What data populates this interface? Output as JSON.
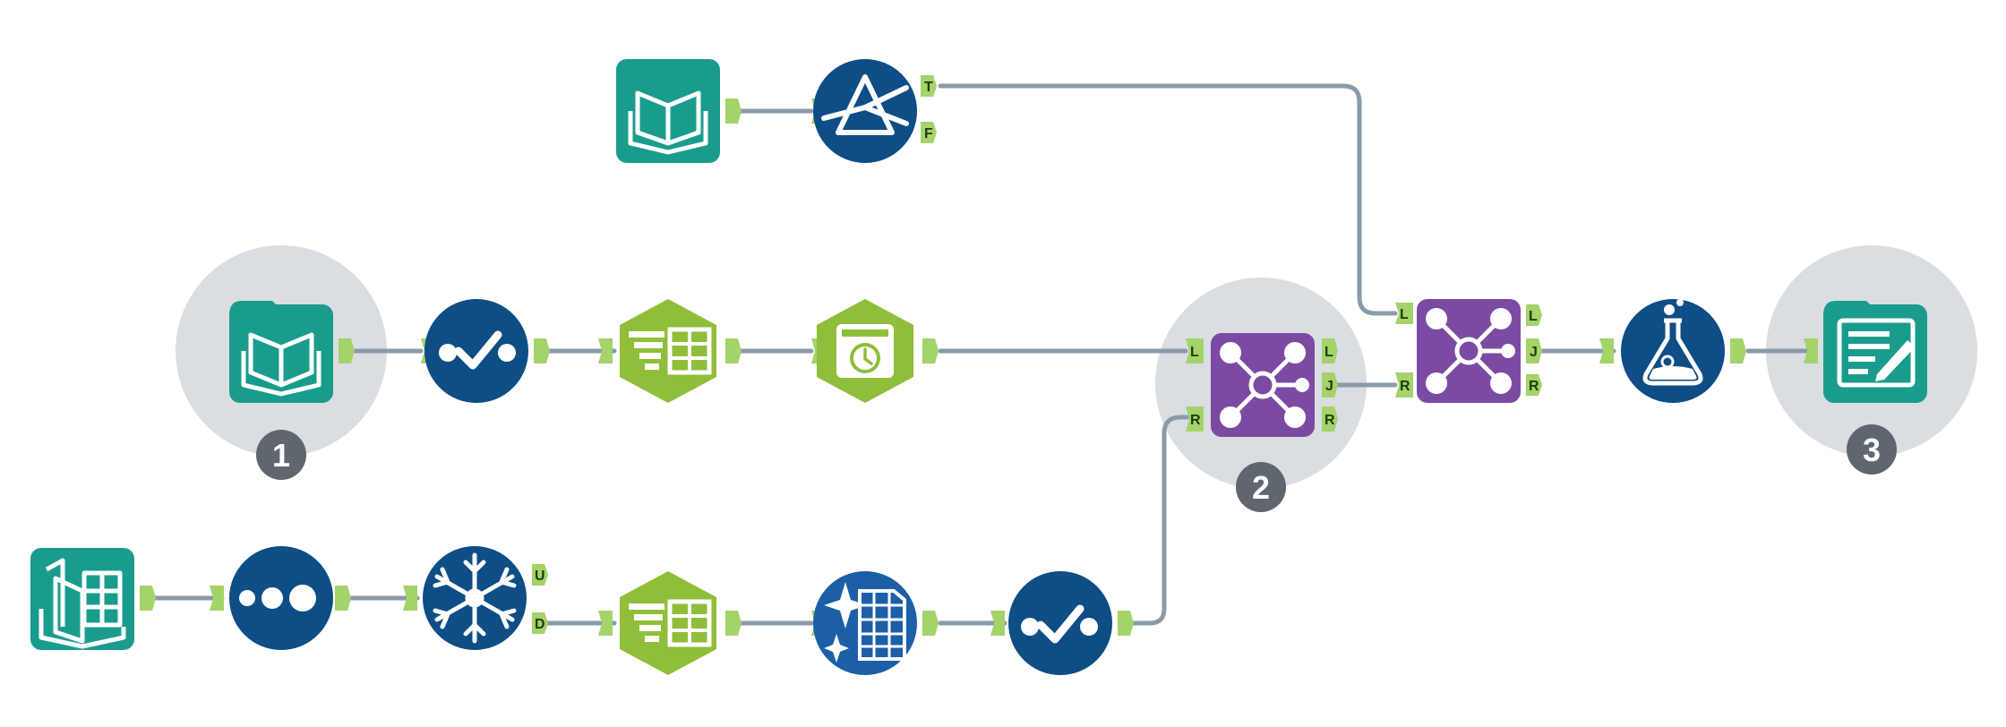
{
  "workflow": {
    "badges": [
      "1",
      "2",
      "3"
    ],
    "anchors": {
      "true": "T",
      "false": "F",
      "left": "L",
      "join": "J",
      "right": "R",
      "unique": "U",
      "duplicate": "D"
    }
  },
  "colors": {
    "connection": "#8a9aa8",
    "highlight_circle": "#dadee2",
    "badge": "#5f666d",
    "anchor": "#a4d36a",
    "input_tool": "#1a9c8c",
    "prep_tool": "#0e4d86",
    "transform_tool": "#8fbe3a",
    "join_tool": "#7b4ba3",
    "output_tool": "#1a9c8c"
  },
  "tools": [
    "input-data-tool",
    "filter-tool",
    "input-data-tool",
    "data-cleansing-tool",
    "select-tool",
    "datetime-tool",
    "join-tool",
    "join-tool",
    "formula-tool",
    "output-data-tool",
    "input-data-tool",
    "sample-tool",
    "unique-tool",
    "select-tool",
    "auto-field-tool",
    "data-cleansing-tool"
  ]
}
